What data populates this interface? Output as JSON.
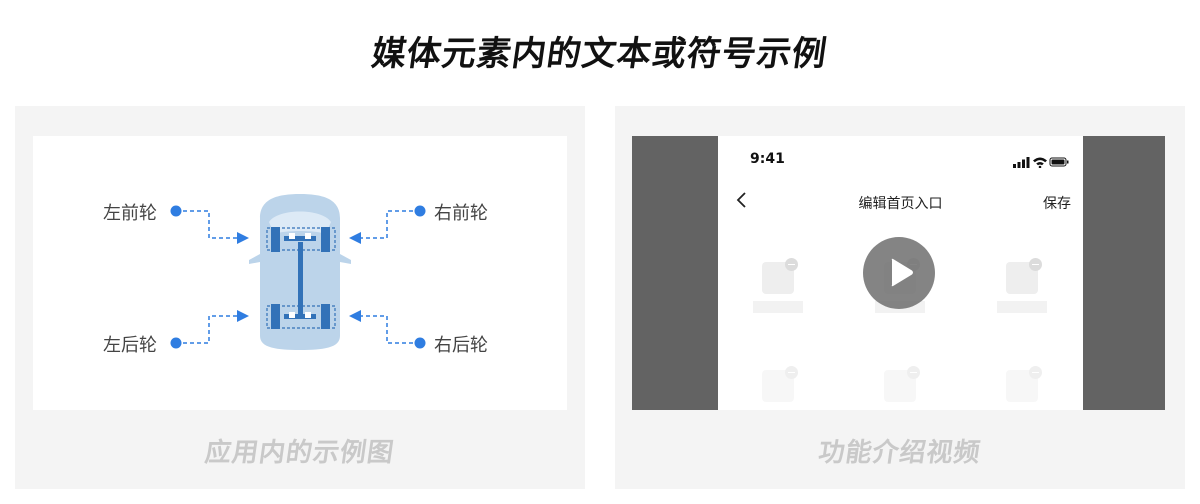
{
  "page_title": "媒体元素内的文本或符号示例",
  "left_panel": {
    "caption": "应用内的示例图",
    "labels": {
      "front_left": "左前轮",
      "front_right": "右前轮",
      "rear_left": "左后轮",
      "rear_right": "右后轮"
    },
    "colors": {
      "accent": "#2f7de1",
      "car_body": "#bcd4ea",
      "axle": "#3272b8"
    }
  },
  "right_panel": {
    "caption": "功能介绍视频",
    "phone": {
      "status_time": "9:41",
      "nav_title": "编辑首页入口",
      "save_label": "保存"
    },
    "colors": {
      "frame": "#636363",
      "play_button": "#6e6e6e"
    }
  }
}
